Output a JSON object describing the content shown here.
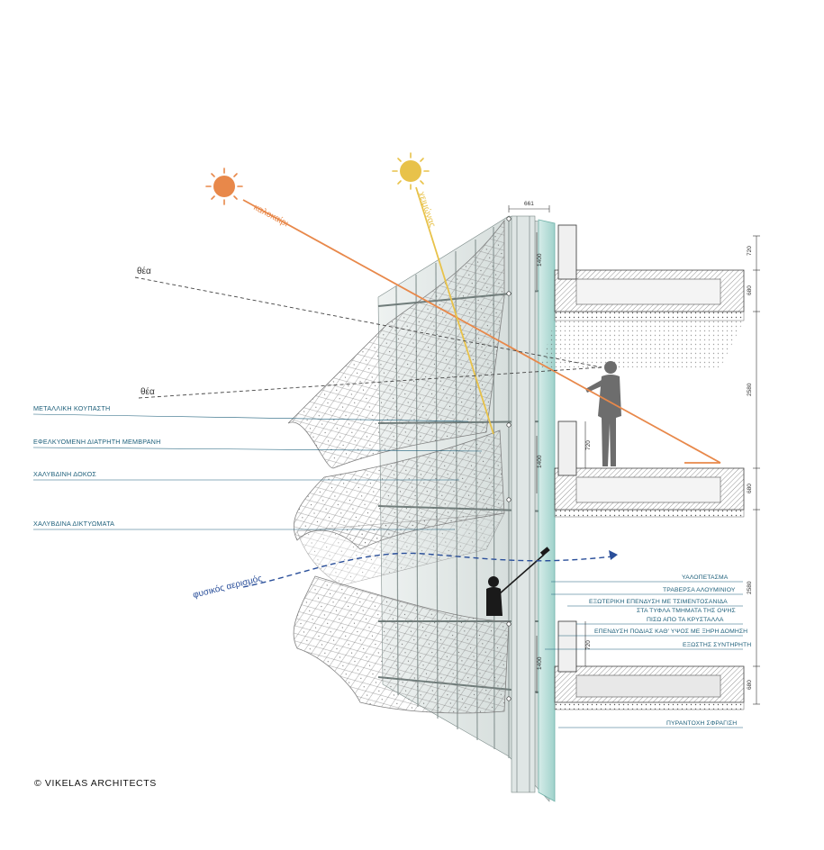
{
  "credit": "© VIKELAS ARCHITECTS",
  "sun": {
    "summer_label": "καλοκαίρι",
    "winter_label": "χειμώνας",
    "summer_color": "#e8884a",
    "winter_color": "#e8c24a"
  },
  "view_labels": [
    "θέα",
    "θέα"
  ],
  "ventilation_label": "φυσικός αερισμός",
  "left_labels": [
    "ΜΕΤΑΛΛΙΚΗ ΚΟΥΠΑΣΤΗ",
    "ΕΦΕΛΚΥΟΜΕΝΗ ΔΙΑΤΡΗΤΗ ΜΕΜΒΡΑΝΗ",
    "ΧΑΛΥΒΔΙΝΗ ΔΟΚΟΣ",
    "ΧΑΛΥΒΔΙΝΑ ΔΙΚΤΥΩΜΑΤΑ"
  ],
  "right_labels": [
    "ΥΑΛΟΠΕΤΑΣΜΑ",
    "ΤΡΑΒΕΡΣΑ ΑΛΟΥΜΙΝΙΟΥ",
    "ΕΞΩΤΕΡΙΚΗ ΕΠΕΝΔΥΣΗ ΜΕ ΤΣΙΜΕΝΤΟΣΑΝΙΔΑ",
    "ΣΤΑ ΤΥΦΛΑ ΤΜΗΜΑΤΑ ΤΗΣ ΟΨΗΣ",
    "ΠΙΣΩ ΑΠΟ ΤΑ ΚΡΥΣΤΑΛΛΑ",
    "ΕΠΕΝΔΥΣΗ ΠΟΔΙΑΣ ΚΑΘ' ΥΨΟΣ ΜΕ ΞΗΡΗ ΔΟΜΗΣΗ",
    "ΕΞΩΣΤΗΣ ΣΥΝΤΗΡΗΤΗ",
    "ΠΥΡΑΝΤΟΧΗ ΣΦΡΑΓΙΣΗ"
  ],
  "dimensions": {
    "top": "661",
    "right": [
      "720",
      "680",
      "2580",
      "680",
      "2580",
      "680"
    ],
    "inner": [
      "1400",
      "720",
      "1400",
      "720",
      "1400"
    ]
  },
  "colors": {
    "label": "#1d5f7a",
    "ventilation": "#2a4f9a",
    "glass": "#bfe3df",
    "slab_hatch": "#777777"
  }
}
